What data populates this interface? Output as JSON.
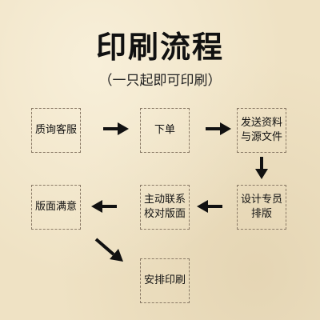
{
  "title": "印刷流程",
  "subtitle": "（一只起即可印刷）",
  "steps": {
    "s1": "质询客服",
    "s2": "下单",
    "s3": {
      "line1": "发送资料",
      "line2": "与源文件"
    },
    "s4": {
      "line1": "设计专员",
      "line2": "排版"
    },
    "s5": {
      "line1": "主动联系",
      "line2": "校对版面"
    },
    "s6": "版面满意",
    "s7": "安排印刷"
  },
  "colors": {
    "background": "#efe2c4",
    "text": "#111111",
    "arrow": "#111111",
    "box_border": "#8a7a66"
  }
}
